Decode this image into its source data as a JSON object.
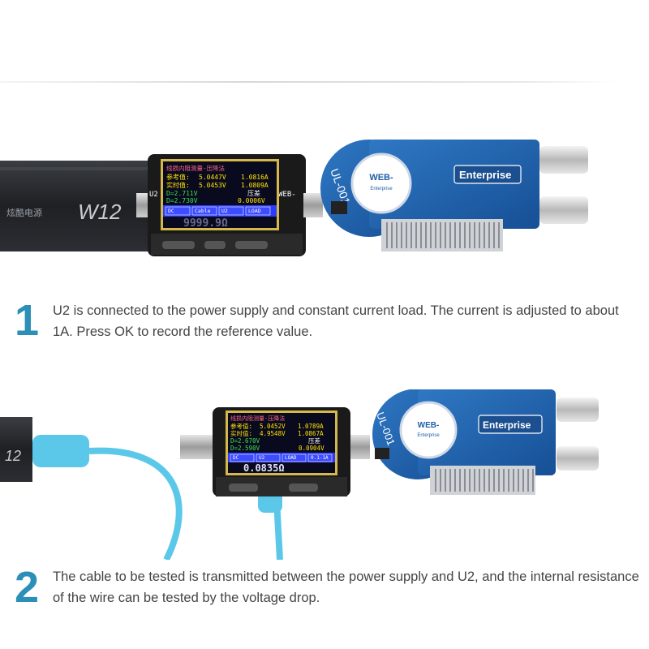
{
  "scene1": {
    "power_brand": "W12",
    "power_brand_cn": "炫酷电源",
    "meter": {
      "label_left": "U2",
      "label_right": "WEB-",
      "title": "线损内阻测量-压降法",
      "row1_label": "参考值:",
      "row1_v": "5.0447V",
      "row1_a": "1.0816A",
      "row2_label": "实时值:",
      "row2_v": "5.0453V",
      "row2_a": "1.0809A",
      "row3_a": "D=2.711V",
      "row3_b": "压差",
      "row4_a": "D=2.730V",
      "row4_b": "0.0006V",
      "tabs": [
        "DC",
        "Cable",
        "U2",
        "LOAD"
      ],
      "big_value": "9999.9Ω"
    },
    "load": {
      "model": "UL-001",
      "name": "WEB-",
      "sub": "Enterprise",
      "label": "Enterprise"
    }
  },
  "scene2": {
    "power_brand": "12",
    "meter": {
      "title": "线损内阻测量-压降法",
      "row1_label": "参考值:",
      "row1_v": "5.0452V",
      "row1_a": "1.0789A",
      "row2_label": "实时值:",
      "row2_v": "4.9548V",
      "row2_a": "1.0867A",
      "row3_a": "D=2.670V",
      "row3_b": "压差",
      "row4_a": "D=2.590V",
      "row4_b": "0.0904V",
      "tabs": [
        "DC",
        "U2",
        "LOAD",
        "0.1-1A"
      ],
      "big_value": "0.0835Ω"
    },
    "load": {
      "model": "UL-001",
      "name": "WEB-",
      "sub": "Enterprise",
      "label": "Enterprise"
    }
  },
  "steps": [
    {
      "number": "1",
      "text": "U2 is connected to the power supply and constant current load. The current is adjusted to about 1A. Press OK to record the reference value."
    },
    {
      "number": "2",
      "text": "The cable to be tested is transmitted between the power supply and U2, and the internal resistance of the wire can be tested by the voltage drop."
    }
  ],
  "colors": {
    "accent": "#2c8fb8",
    "load_blue": "#1f5fa8",
    "cable_blue": "#5bc8ea"
  }
}
